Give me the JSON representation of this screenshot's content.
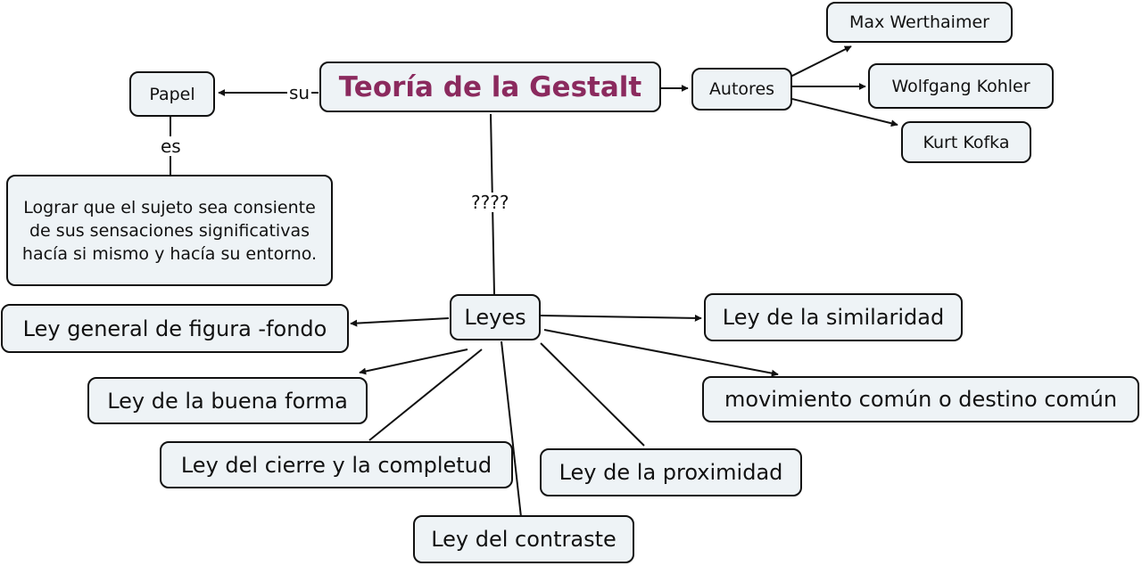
{
  "map": {
    "title": "Teoría de la Gestalt",
    "colors": {
      "title": "#8b2a5e",
      "node_fill": "#eef3f6",
      "stroke": "#111111"
    },
    "nodes": {
      "papel": "Papel",
      "autores": "Autores",
      "max": "Max Werthaimer",
      "wolfgang": "Wolfgang Kohler",
      "kurt": "Kurt Kofka",
      "definicion": "Lograr que el sujeto sea consiente de sus sensaciones significativas hacía si mismo y hacía su entorno.",
      "leyes": "Leyes",
      "figura_fondo": "Ley general de figura -fondo",
      "buena_forma": "Ley de la buena forma",
      "cierre": "Ley del cierre y la completud",
      "contraste": "Ley del contraste",
      "proximidad": "Ley de la proximidad",
      "similaridad": "Ley de la similaridad",
      "movimiento": "movimiento común o destino común"
    },
    "link_labels": {
      "su": "su",
      "es": "es",
      "pregunta": "????"
    }
  }
}
